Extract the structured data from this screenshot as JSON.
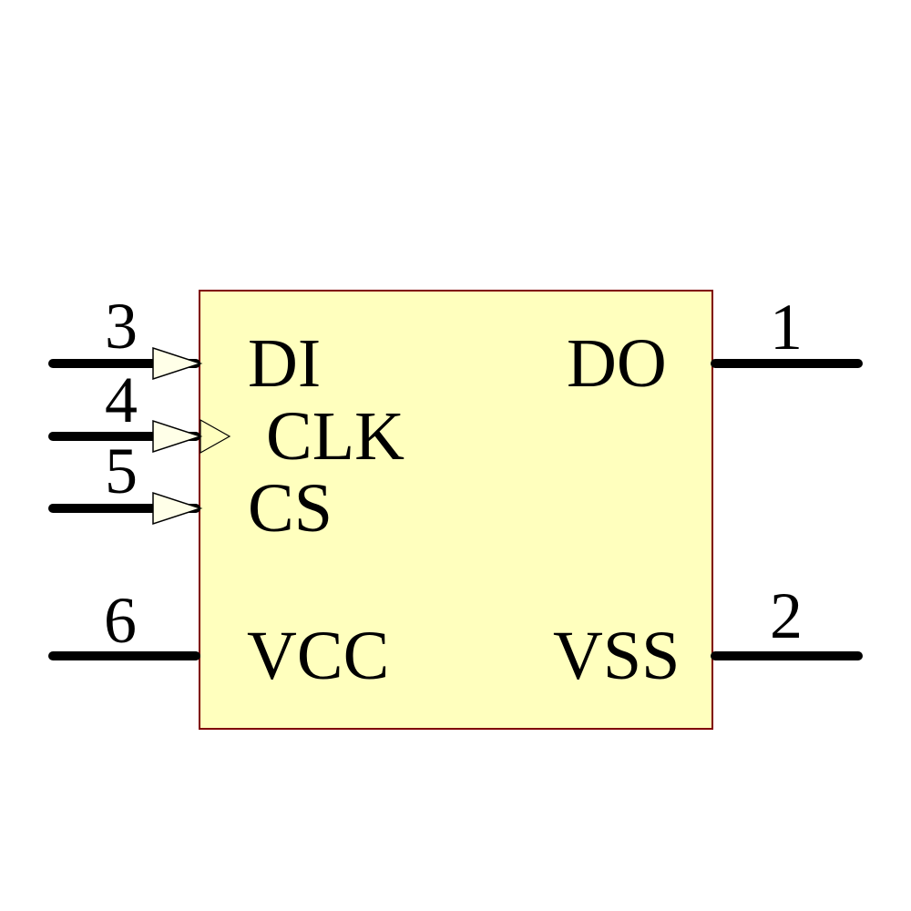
{
  "canvas": {
    "background": "#FFFFFF"
  },
  "colors": {
    "canvas_bg": "#FFFFFF",
    "body_fill": "#FFFFBE",
    "body_border": "#800000",
    "arrow_fill": "#FFFFE8",
    "wire": "#000000",
    "text": "#000000"
  },
  "component": {
    "kind": "ic-schematic-symbol",
    "pins": {
      "di": {
        "number": "3",
        "label": "DI",
        "side": "left",
        "style": "input-arrow"
      },
      "clk": {
        "number": "4",
        "label": "CLK",
        "side": "left",
        "style": "input-arrow-clock"
      },
      "cs": {
        "number": "5",
        "label": "CS",
        "side": "left",
        "style": "input-arrow"
      },
      "vcc": {
        "number": "6",
        "label": "VCC",
        "side": "left",
        "style": "plain"
      },
      "do": {
        "number": "1",
        "label": "DO",
        "side": "right",
        "style": "plain"
      },
      "vss": {
        "number": "2",
        "label": "VSS",
        "side": "right",
        "style": "plain"
      }
    }
  }
}
